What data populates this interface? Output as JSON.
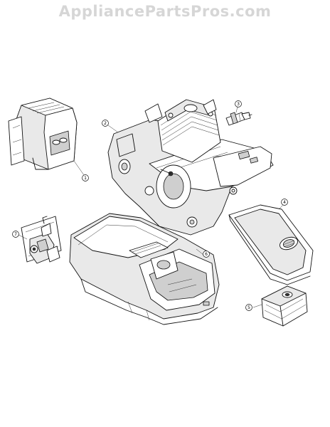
{
  "watermark": {
    "text": "AppliancePartsPros.com"
  },
  "callouts": [
    {
      "number": "1"
    },
    {
      "number": "2"
    },
    {
      "number": "3"
    },
    {
      "number": "4"
    },
    {
      "number": "5"
    },
    {
      "number": "6"
    },
    {
      "number": "7"
    }
  ]
}
